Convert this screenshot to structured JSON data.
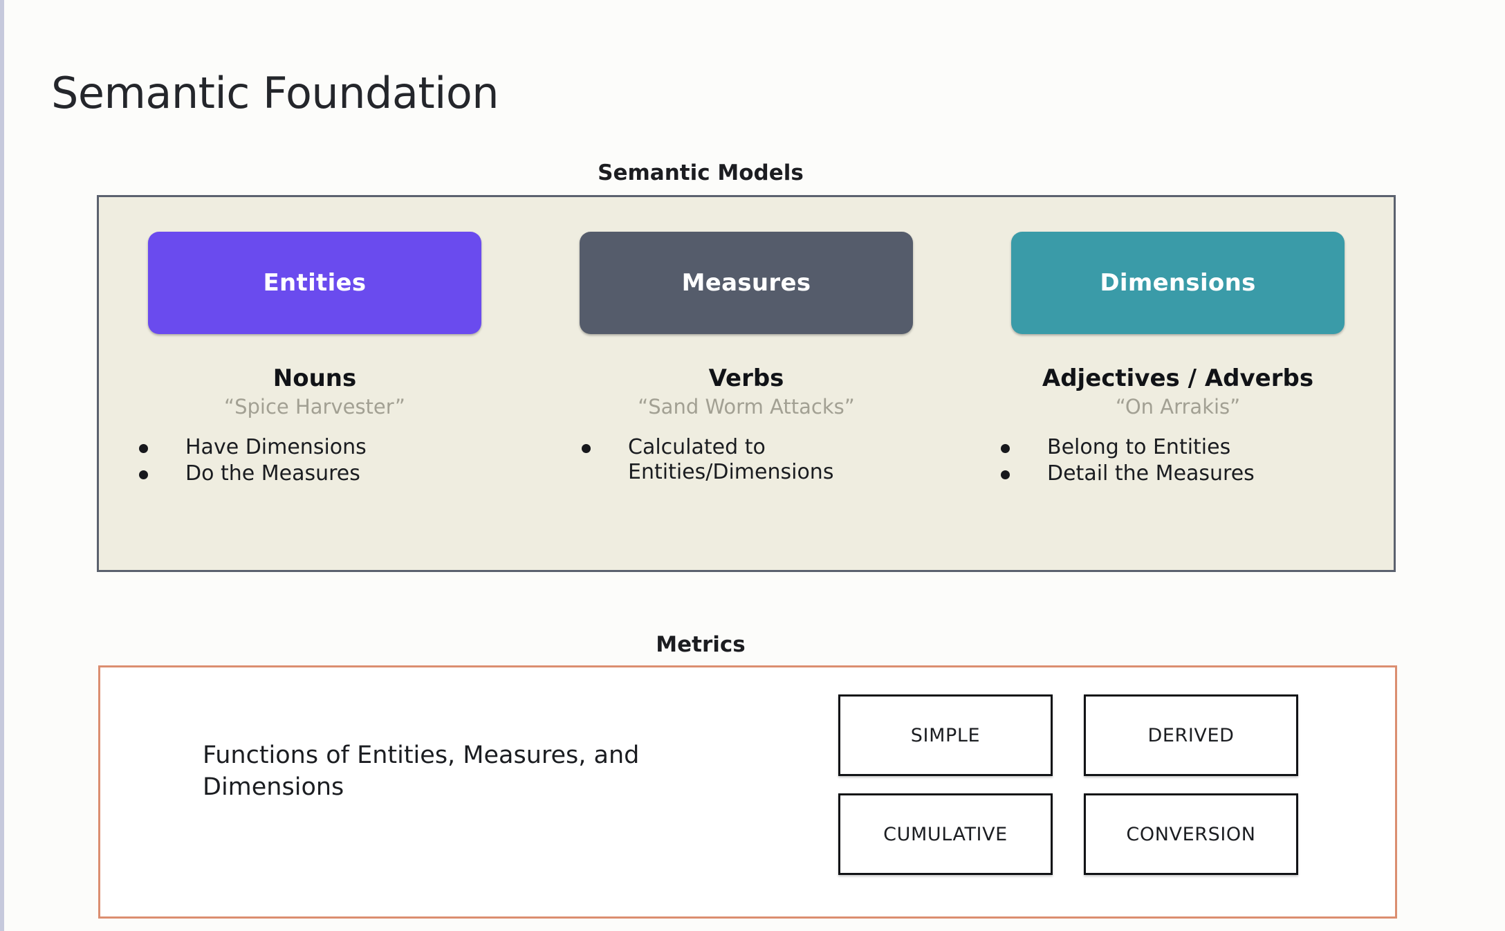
{
  "page": {
    "title": "Semantic Foundation",
    "background_color": "#FCFCFA",
    "edge_strip_color": "#C6C9DC"
  },
  "semantic_models": {
    "heading": "Semantic Models",
    "panel_background": "#EFEDE0",
    "panel_border_color": "#5B616E",
    "columns": [
      {
        "chip_label": "Entities",
        "chip_color": "#6A4BEE",
        "part_of_speech": "Nouns",
        "example": "“Spice Harvester”",
        "bullets": [
          "Have Dimensions",
          "Do the Measures"
        ]
      },
      {
        "chip_label": "Measures",
        "chip_color": "#555C6B",
        "part_of_speech": "Verbs",
        "example": "“Sand Worm Attacks”",
        "bullets": [
          "Calculated to Entities/Dimensions"
        ]
      },
      {
        "chip_label": "Dimensions",
        "chip_color": "#3A9BA8",
        "part_of_speech": "Adjectives / Adverbs",
        "example": "“On Arrakis”",
        "bullets": [
          "Belong to Entities",
          "Detail the Measures"
        ]
      }
    ]
  },
  "metrics": {
    "heading": "Metrics",
    "panel_border_color": "#DB8E70",
    "description": "Functions of Entities, Measures, and Dimensions",
    "types": [
      "SIMPLE",
      "DERIVED",
      "CUMULATIVE",
      "CONVERSION"
    ]
  }
}
